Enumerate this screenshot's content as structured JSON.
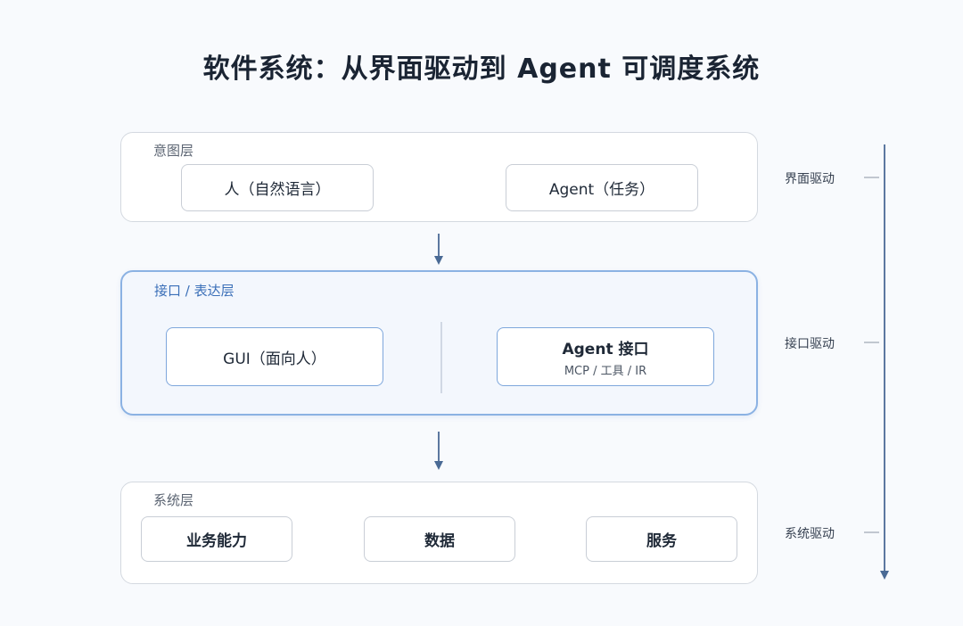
{
  "title": "软件系统：从界面驱动到 Agent 可调度系统",
  "layers": {
    "intent": {
      "label": "意图层",
      "boxes": [
        {
          "text": "人（自然语言）"
        },
        {
          "text": "Agent（任务）"
        }
      ]
    },
    "interface": {
      "label": "接口 / 表达层",
      "boxes": [
        {
          "text": "GUI（面向人）"
        },
        {
          "text": "Agent 接口",
          "sub": "MCP / 工具 / IR"
        }
      ]
    },
    "system": {
      "label": "系统层",
      "boxes": [
        {
          "text": "业务能力"
        },
        {
          "text": "数据"
        },
        {
          "text": "服务"
        }
      ]
    }
  },
  "side_labels": [
    "界面驱动",
    "接口驱动",
    "系统驱动"
  ],
  "colors": {
    "accent_blue": "#3a6fb8",
    "arrow": "#4a6a95",
    "border_gray": "#d4d9e0"
  }
}
